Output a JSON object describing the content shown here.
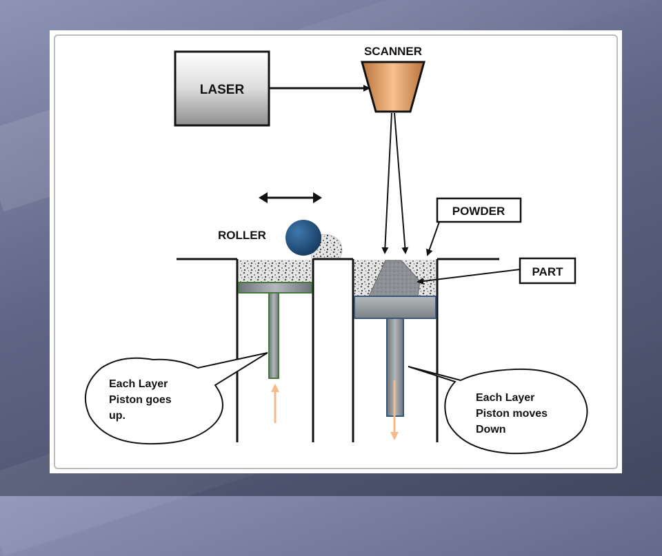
{
  "diagram": {
    "laser_label": "LASER",
    "scanner_label": "SCANNER",
    "roller_label": "ROLLER",
    "powder_label": "POWDER",
    "part_label": "PART",
    "left_callout": [
      "Each Layer",
      "Piston goes",
      "up."
    ],
    "right_callout": [
      "Each Layer",
      "Piston moves",
      "Down"
    ]
  },
  "colors": {
    "roller": "#1e4b7a",
    "arrow_orange": "#f6b98a",
    "piston_gray": "#8a9095",
    "piston_left_border": "#3f7a3a",
    "piston_right_border": "#35567e",
    "scanner_fill": "#f2b27a"
  }
}
